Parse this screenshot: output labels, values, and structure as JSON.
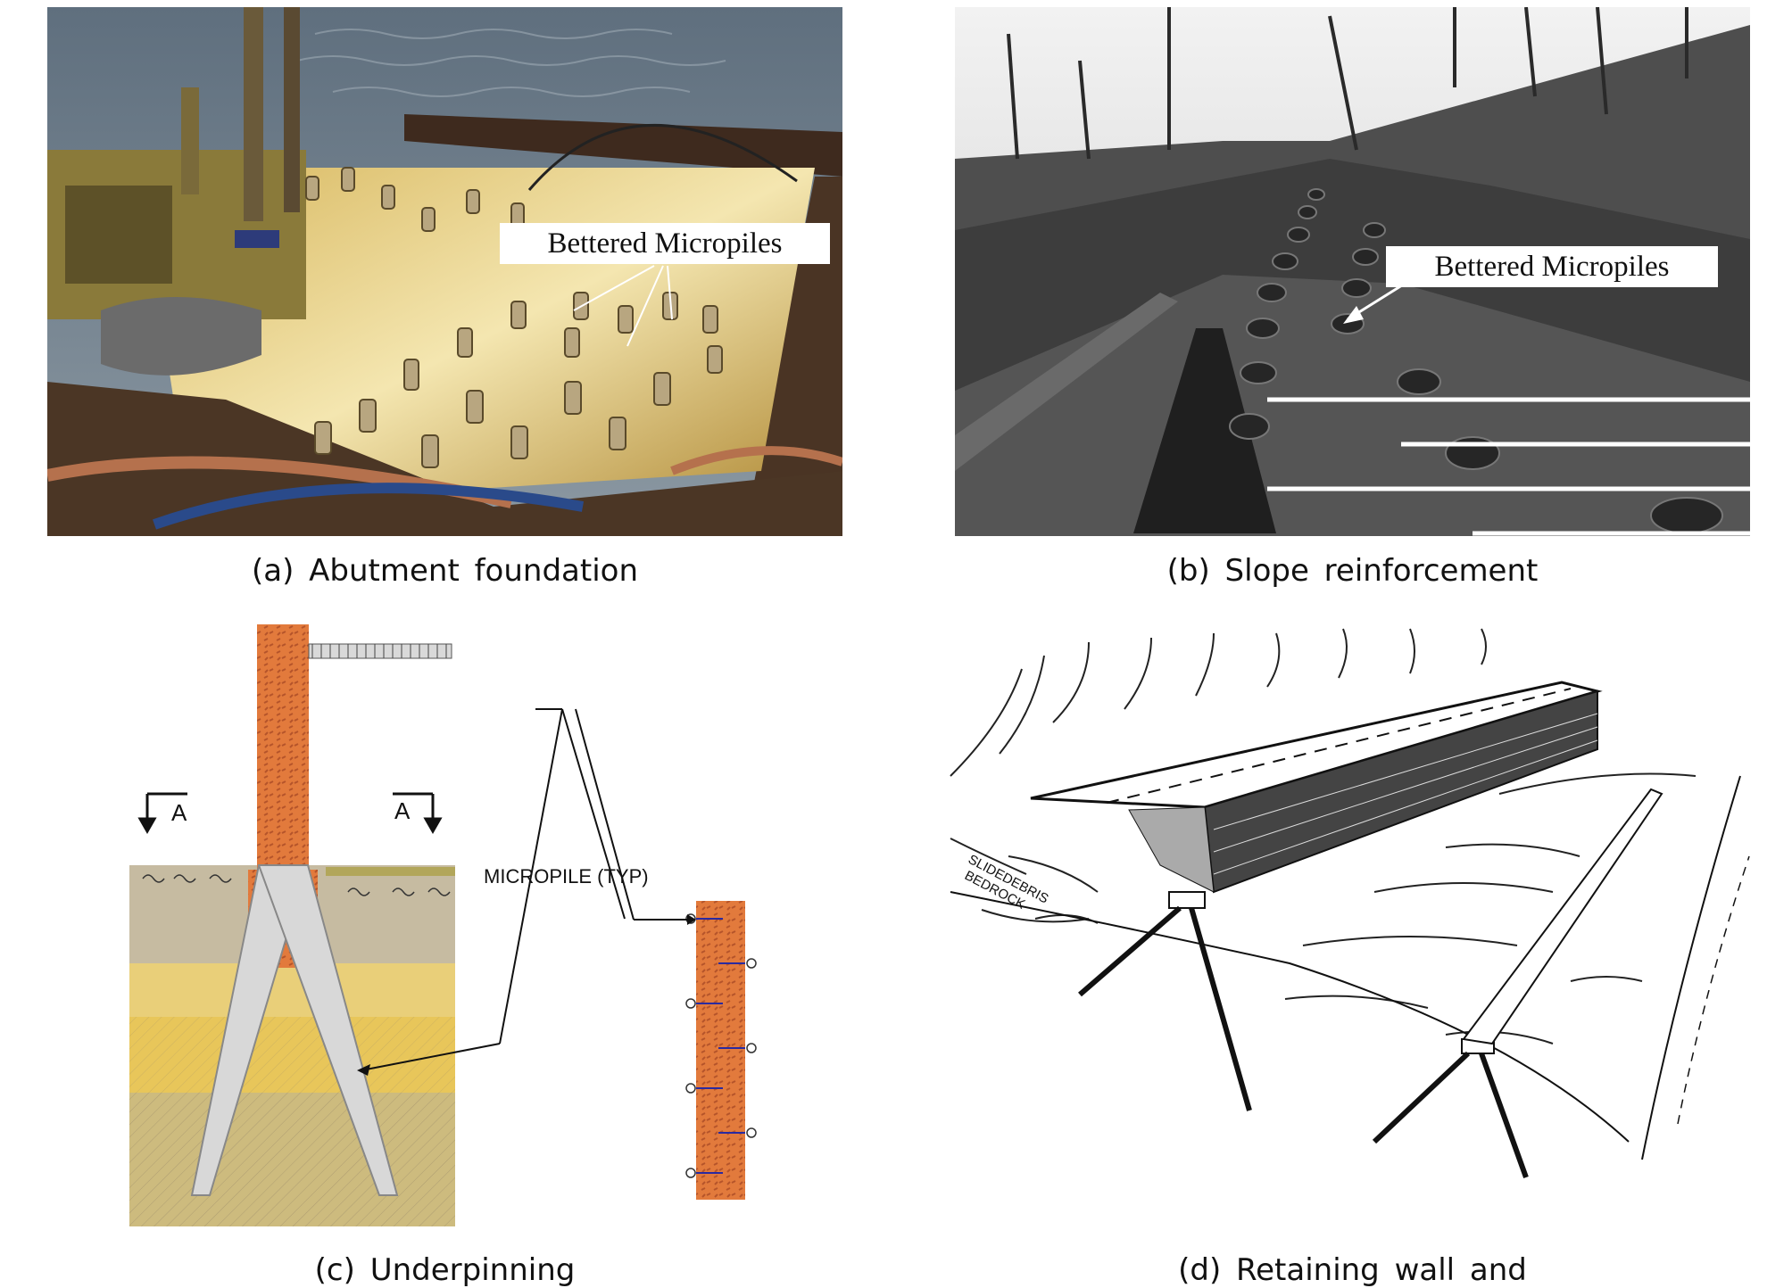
{
  "panels": {
    "a": {
      "caption": "(a) Abutment foundation",
      "callout": "Bettered Micropiles"
    },
    "b": {
      "caption": "(b) Slope reinforcement",
      "callout": "Bettered Micropiles"
    },
    "c": {
      "caption": "(c) Underpinning",
      "section_left": "A",
      "section_right": "A",
      "callout": "MICROPILE (TYP)"
    },
    "d": {
      "caption": "(d) Retaining wall and",
      "layer_label_1": "SLIDEDEBRIS",
      "layer_label_2": "BEDROCK"
    }
  },
  "colors": {
    "water": "#6f7f8c",
    "muddy_water": "#c9a54a",
    "pile": "#e27a3c",
    "soil_tan": "#c6bba1",
    "soil_yellow": "#e8c65a",
    "photo_gray": "#5a5a5a"
  }
}
